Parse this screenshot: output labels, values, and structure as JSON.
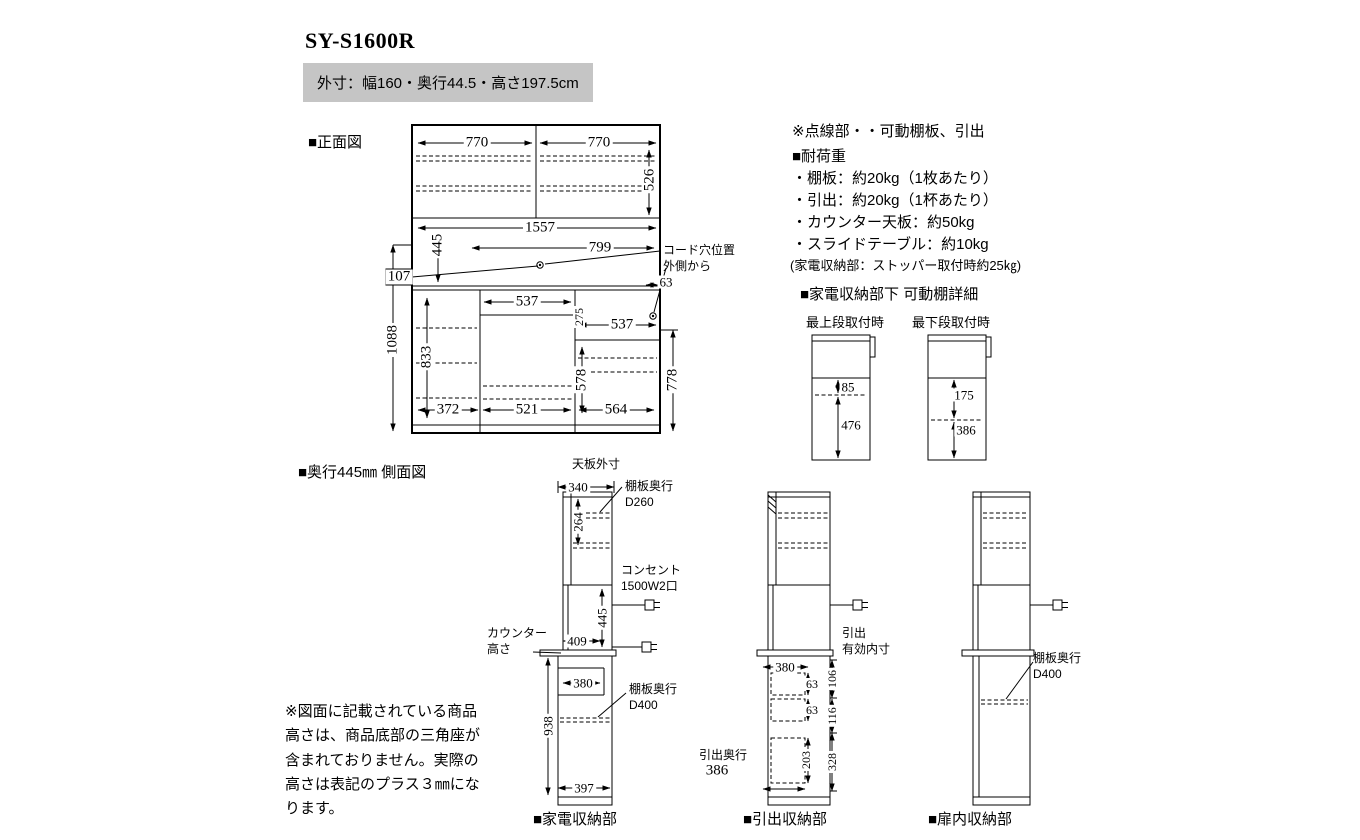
{
  "page": {
    "title": "SY-S1600R",
    "outer_dims": "外寸：幅160・奥行44.5・高さ197.5cm"
  },
  "front": {
    "label": "■正面図",
    "cord_note": "コード穴位置\n外側から",
    "dims": {
      "w_left_door": "770",
      "w_right_door": "770",
      "h_upper": "526",
      "w_counter": "1557",
      "h_counter_space": "445",
      "w_799": "799",
      "off_107": "107",
      "w_slide_a": "537",
      "h_275": "275",
      "w_slide_b": "537",
      "off_63": "63",
      "h_lower_total": "1088",
      "h_left_door": "833",
      "h_right_578": "578",
      "h_right_778": "778",
      "w_left": "372",
      "w_mid": "521",
      "w_right": "564"
    }
  },
  "notes": {
    "dotted": "※点線部・・可動棚板、引出",
    "load_title": "■耐荷重",
    "loads": [
      "・棚板：約20kg（1枚あたり）",
      "・引出：約20kg（1杯あたり）",
      "・カウンター天板：約50kg",
      "・スライドテーブル：約10kg",
      "(家電収納部：ストッパー取付時約25㎏)"
    ]
  },
  "shelf_detail": {
    "title": "■家電収納部下 可動棚詳細",
    "left_caption": "最上段取付時",
    "right_caption": "最下段取付時",
    "left_top": "85",
    "left_bottom": "476",
    "right_top": "175",
    "right_bottom": "386"
  },
  "side": {
    "label": "■奥行445㎜ 側面図",
    "appliance": {
      "caption": "■家電収納部",
      "top_board": "天板外寸",
      "d340": "340",
      "d264": "264",
      "shelf_d260": "棚板奥行\nD260",
      "outlet": "コンセント\n1500W2口",
      "d445": "445",
      "d409": "409",
      "counter_height": "カウンター\n高さ",
      "d380": "380",
      "d938": "938",
      "shelf_d400": "棚板奥行\nD400",
      "d397": "397"
    },
    "drawer": {
      "caption": "■引出収納部",
      "inner_label": "引出\n有効内寸",
      "d380": "380",
      "d63a": "63",
      "d106": "106",
      "d63b": "63",
      "d116": "116",
      "d203": "203",
      "d328": "328",
      "depth_label": "引出奥行",
      "d386": "386"
    },
    "door": {
      "caption": "■扉内収納部",
      "shelf_d400": "棚板奥行\nD400"
    }
  },
  "footnote": "※図面に記載されている商品高さは、商品底部の三角座が含まれておりません。実際の高さは表記のプラス３㎜になります。"
}
